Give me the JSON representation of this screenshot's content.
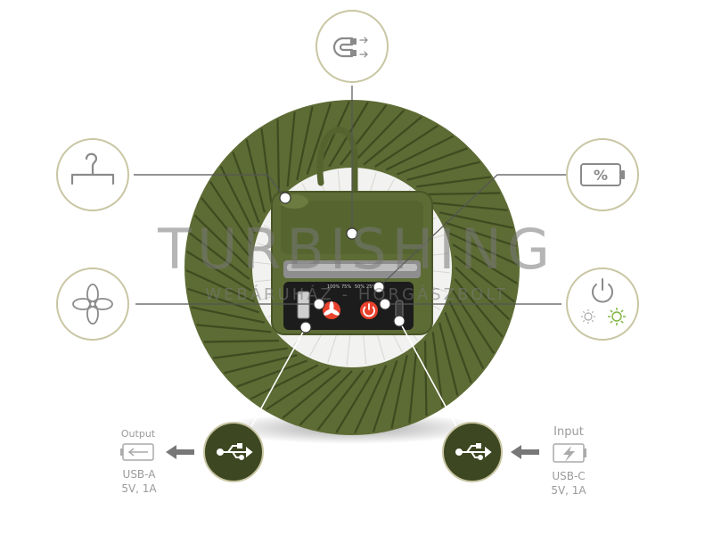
{
  "watermark": {
    "brand": "TURBISHING",
    "tagline": "WEBÁRUHÁZ - HORGÁSZBOLT"
  },
  "battery": {
    "percent_symbol": "%",
    "led_levels": [
      "100%",
      "75%",
      "50%",
      "25%"
    ]
  },
  "output": {
    "title": "Output",
    "port": "USB-A",
    "spec": "5V, 1A"
  },
  "input": {
    "title": "Input",
    "port": "USB-C",
    "spec": "5V, 1A"
  },
  "colors": {
    "body": "#5d6b34",
    "body_dark": "#4a5628",
    "accent_red": "#e8412c",
    "icon_stroke": "#8a8a8a",
    "ring": "#c9c6a4",
    "light_green": "#7bb33c",
    "usb_circle": "#3d4722"
  },
  "icons": [
    "magnet-icon",
    "hanger-icon",
    "battery-percent-icon",
    "fan-icon",
    "power-icon",
    "light-mode-icon",
    "usb-icon"
  ]
}
